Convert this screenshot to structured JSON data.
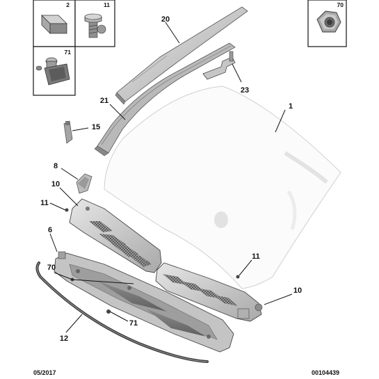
{
  "thumbnails": [
    {
      "ref": "2",
      "icon": "foam-pad-icon"
    },
    {
      "ref": "11",
      "icon": "screw-icon"
    },
    {
      "ref": "71",
      "icon": "clip-fastener-icon"
    },
    {
      "ref": "70",
      "icon": "nut-icon"
    }
  ],
  "callouts": [
    {
      "key": "p20",
      "label": "20"
    },
    {
      "key": "p23",
      "label": "23"
    },
    {
      "key": "p21",
      "label": "21"
    },
    {
      "key": "p1",
      "label": "1"
    },
    {
      "key": "p15",
      "label": "15"
    },
    {
      "key": "p8",
      "label": "8"
    },
    {
      "key": "p10a",
      "label": "10"
    },
    {
      "key": "p11a",
      "label": "11"
    },
    {
      "key": "p6",
      "label": "6"
    },
    {
      "key": "p11b",
      "label": "11"
    },
    {
      "key": "p70",
      "label": "70"
    },
    {
      "key": "p10b",
      "label": "10"
    },
    {
      "key": "p71",
      "label": "71"
    },
    {
      "key": "p12",
      "label": "12"
    }
  ],
  "footer": {
    "date": "05/2017",
    "reference": "00104439"
  }
}
